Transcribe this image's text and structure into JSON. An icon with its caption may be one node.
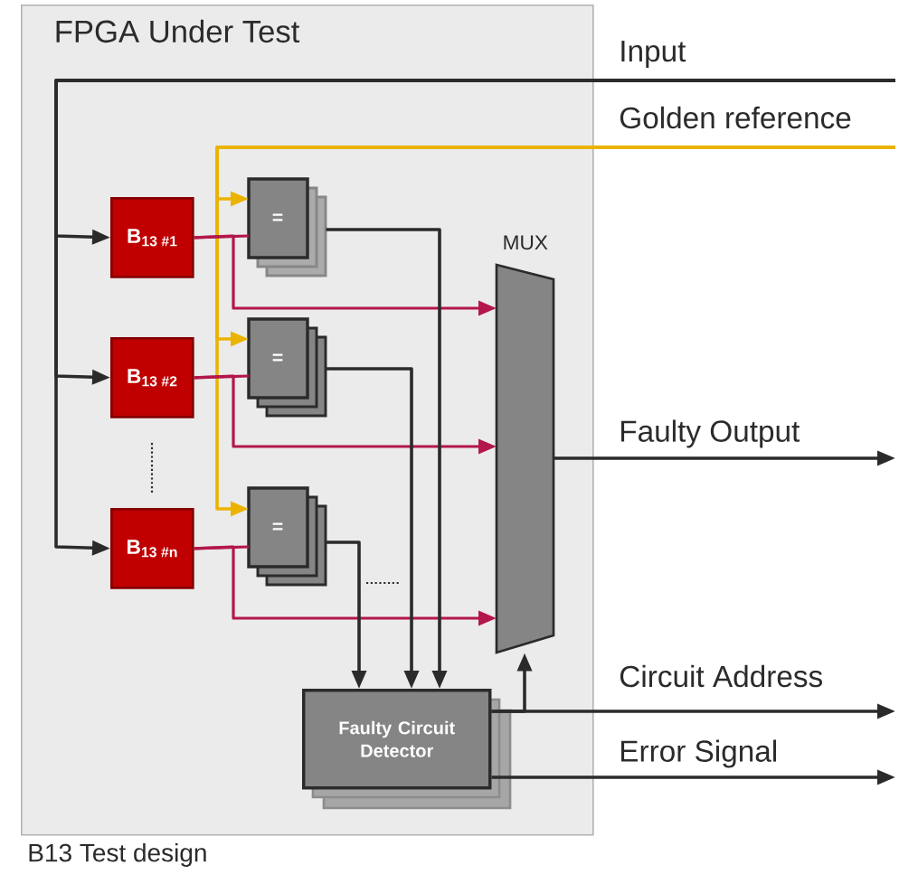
{
  "diagram": {
    "caption": "B13 Test design",
    "nodes": [
      {
        "text": [
          "FPGA Under Test"
        ]
      },
      {
        "text": [
          "B$_{13 #1}$"
        ],
        "in": 0
      },
      {
        "text": [
          "B$_{13 #2}$"
        ],
        "in": 0
      },
      {
        "text": [
          "B$_{13 #n}$"
        ],
        "in": 0
      },
      {
        "text": [
          "="
        ],
        "in": 0
      },
      {
        "text": [
          "="
        ],
        "in": 0
      },
      {
        "text": [
          "="
        ],
        "in": 0
      },
      {
        "text": [
          "MUX"
        ],
        "in": 0
      },
      {
        "text": [
          "Faulty Circuit Detector"
        ],
        "in": 0
      }
    ],
    "edges": [
      {
        "from": null,
        "to": 1,
        "arrow": "to",
        "label": "Input"
      },
      {
        "from": null,
        "to": 2,
        "arrow": "to"
      },
      {
        "from": null,
        "to": 3,
        "arrow": "to"
      },
      {
        "from": null,
        "to": 4,
        "arrow": "to",
        "color": "#ebb300",
        "label": "Golden reference"
      },
      {
        "from": null,
        "to": 5,
        "arrow": "to",
        "color": "#ebb300"
      },
      {
        "from": null,
        "to": 6,
        "arrow": "to",
        "color": "#ebb300"
      },
      {
        "from": 1,
        "to": 4,
        "arrow": "none",
        "color": "#b3174b"
      },
      {
        "from": 1,
        "to": 7,
        "arrow": "to",
        "color": "#b3174b"
      },
      {
        "from": 2,
        "to": 5,
        "arrow": "none",
        "color": "#b3174b"
      },
      {
        "from": 2,
        "to": 7,
        "arrow": "to",
        "color": "#b3174b"
      },
      {
        "from": 3,
        "to": 6,
        "arrow": "none",
        "color": "#b3174b"
      },
      {
        "from": 3,
        "to": 7,
        "arrow": "to",
        "color": "#b3174b"
      },
      {
        "from": 4,
        "to": 8,
        "arrow": "to"
      },
      {
        "from": 5,
        "to": 8,
        "arrow": "to"
      },
      {
        "from": 6,
        "to": 8,
        "arrow": "to"
      },
      {
        "from": 8,
        "to": 7,
        "arrow": "to"
      },
      {
        "from": 7,
        "to": null,
        "arrow": "to",
        "label": "Faulty Output"
      },
      {
        "from": 8,
        "to": null,
        "arrow": "to",
        "label": "Circuit Address"
      },
      {
        "from": 8,
        "to": null,
        "arrow": "to",
        "label": "Error Signal"
      }
    ]
  }
}
